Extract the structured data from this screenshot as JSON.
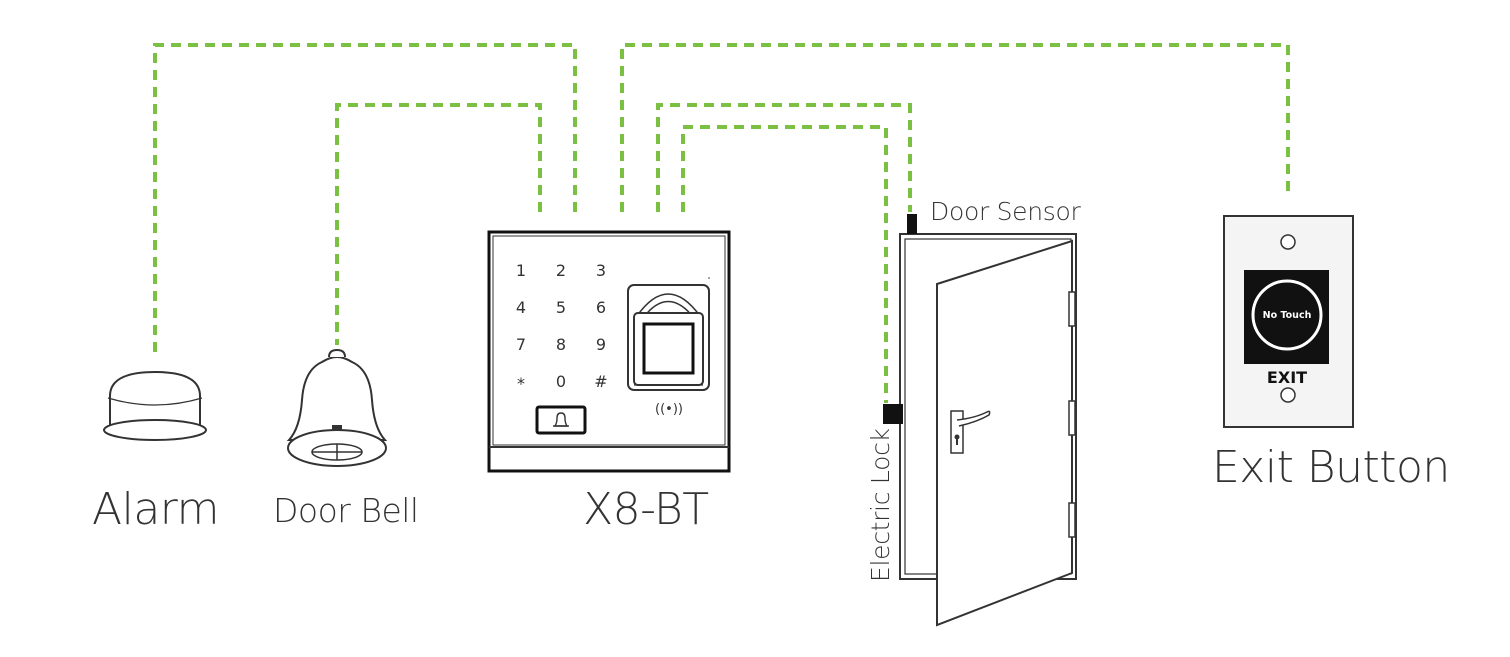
{
  "colors": {
    "wire": "#7ac143",
    "outline": "#333333",
    "dark": "#111111",
    "panel_fill": "#f4f4f4"
  },
  "labels": {
    "alarm": "Alarm",
    "door_bell": "Door Bell",
    "device": "X8-BT",
    "door_sensor": "Door Sensor",
    "electric_lock": "Electric Lock",
    "exit_button": "Exit Button"
  },
  "keypad": {
    "keys": [
      "1",
      "2",
      "3",
      "4",
      "5",
      "6",
      "7",
      "8",
      "9",
      "*",
      "0",
      "#"
    ],
    "doorbell_key_icon": "bell-icon",
    "rfid_icon": "((•))"
  },
  "exit_plate": {
    "sensor_text": "No Touch",
    "exit_text": "EXIT"
  },
  "icons": [
    "alarm-siren-icon",
    "door-bell-icon",
    "fingerprint-sensor-icon",
    "door-icon",
    "door-handle-icon",
    "bell-icon"
  ]
}
